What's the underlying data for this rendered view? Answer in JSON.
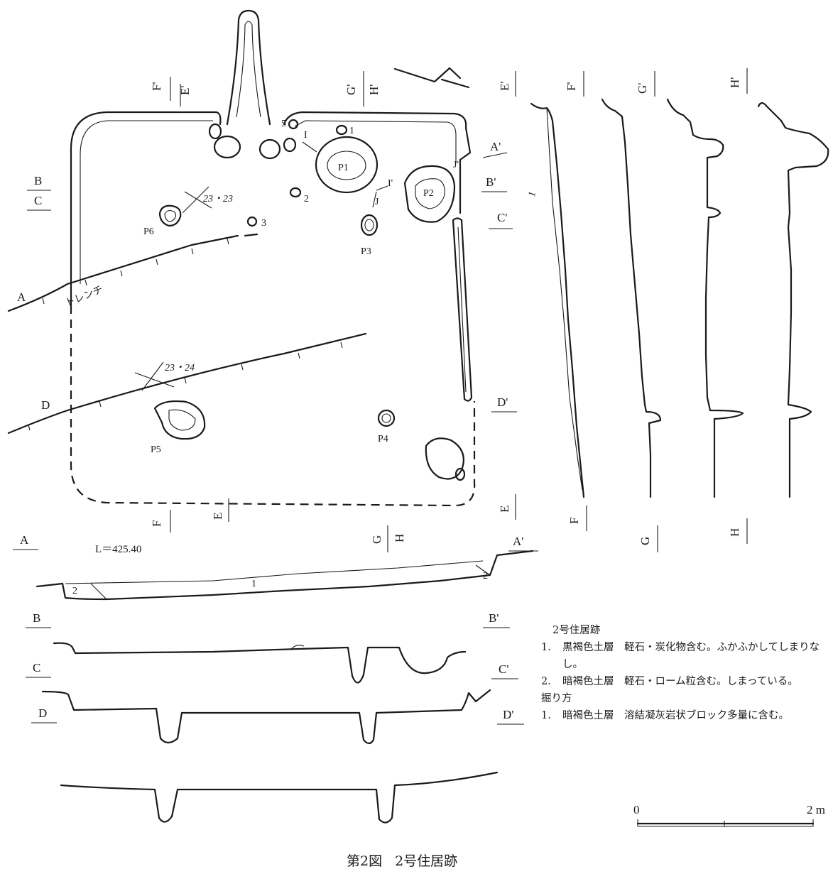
{
  "caption": {
    "figure_no": "第2図",
    "title": "2号住居跡"
  },
  "level_label": "L＝425.40",
  "trench_label": "トレンチ",
  "grid_labels": [
    "23・23",
    "23・24"
  ],
  "pits": [
    "P1",
    "P2",
    "P3",
    "P4",
    "P5",
    "P6"
  ],
  "small_numbers": [
    "1",
    "2",
    "3",
    "5"
  ],
  "section_letters": {
    "A": "A",
    "A_end": "A'",
    "B": "B",
    "B_end": "B'",
    "C": "C",
    "C_end": "C'",
    "D": "D",
    "D_end": "D'",
    "E": "E",
    "E_end": "E'",
    "F": "F",
    "F_end": "F'",
    "G": "G",
    "G_end": "G'",
    "H": "H",
    "H_end": "H'",
    "I": "I",
    "I_end": "I'",
    "J": "J",
    "J_end": "J'"
  },
  "section_layer_numbers": [
    "1",
    "2"
  ],
  "legend": {
    "heading": "2号住居跡",
    "items": [
      {
        "no": "1.",
        "text": "黒褐色土層　軽石・炭化物含む。ふかふかしてしまりなし。"
      },
      {
        "no": "2.",
        "text": "暗褐色土層　軽石・ローム粒含む。しまっている。"
      }
    ],
    "sub_heading": "掘り方",
    "sub_items": [
      {
        "no": "1.",
        "text": "暗褐色土層　溶結凝灰岩状ブロック多量に含む。"
      }
    ]
  },
  "scale": {
    "start": "0",
    "end": "2 m"
  }
}
